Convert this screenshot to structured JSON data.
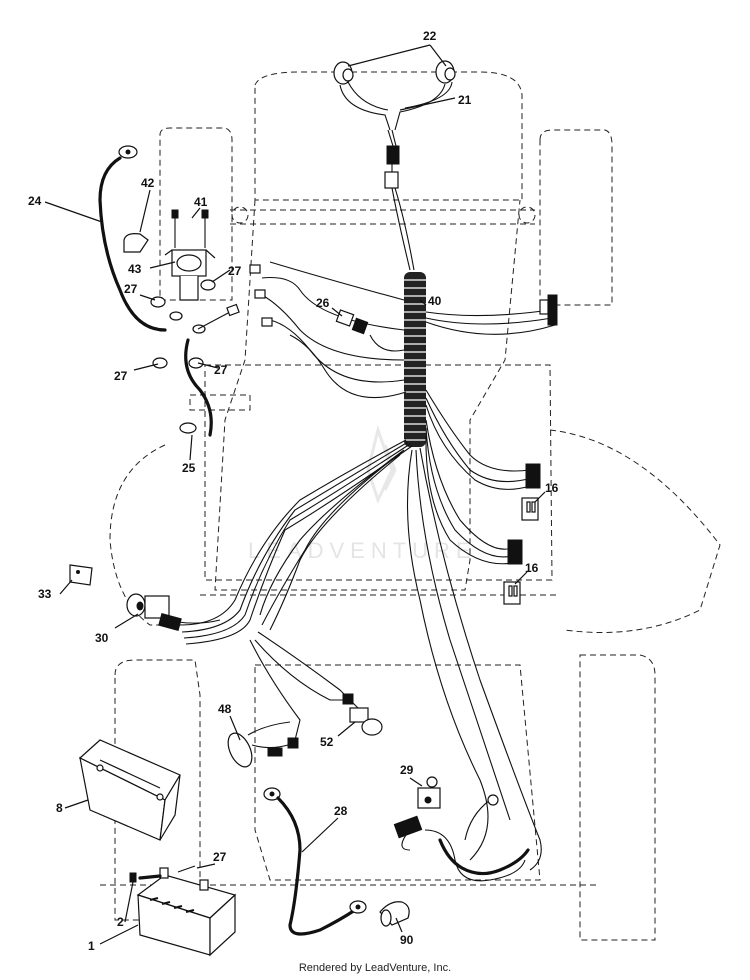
{
  "diagram": {
    "callouts": {
      "c1": "1",
      "c2": "2",
      "c8": "8",
      "c16a": "16",
      "c16b": "16",
      "c21": "21",
      "c22": "22",
      "c24": "24",
      "c25": "25",
      "c26": "26",
      "c27a": "27",
      "c27b": "27",
      "c27c": "27",
      "c27d": "27",
      "c27e": "27",
      "c28": "28",
      "c29": "29",
      "c30": "30",
      "c33": "33",
      "c40": "40",
      "c41": "41",
      "c42": "42",
      "c43": "43",
      "c48": "48",
      "c52": "52",
      "c90": "90"
    },
    "watermark": "LEADVENTURE"
  },
  "footer": {
    "credit": "Rendered by LeadVenture, Inc."
  }
}
